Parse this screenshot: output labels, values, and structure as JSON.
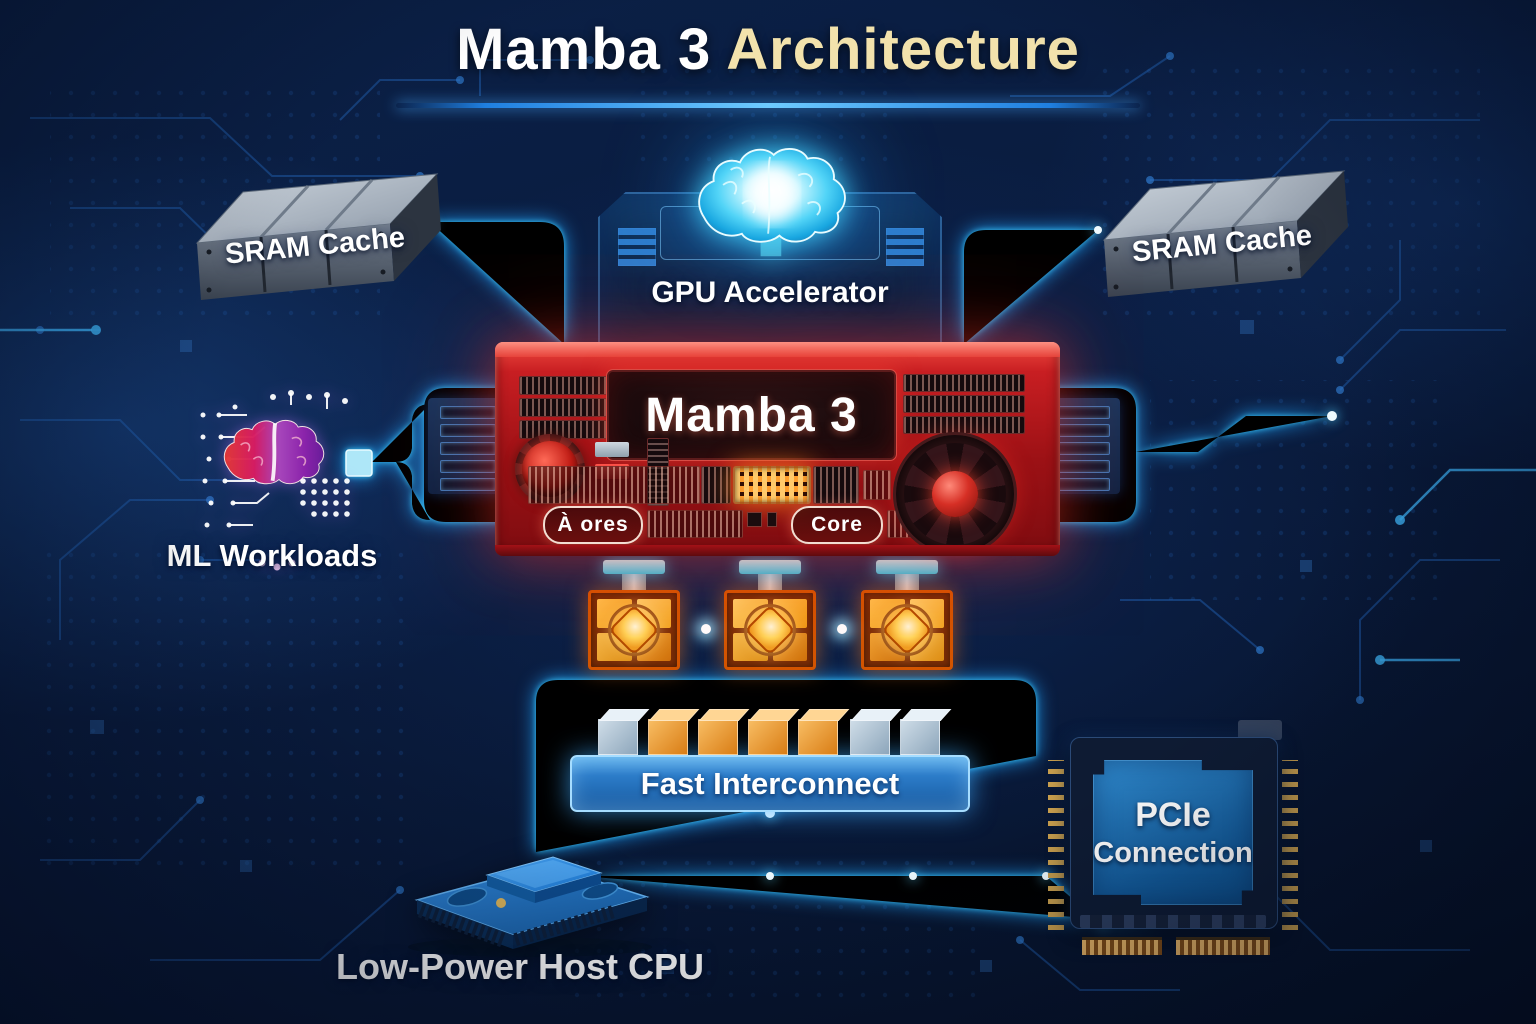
{
  "title": {
    "part1": "Mamba 3",
    "part2": "Architecture"
  },
  "nodes": {
    "sram_left": {
      "label": "SRAM Cache"
    },
    "sram_right": {
      "label": "SRAM Cache"
    },
    "gpu": {
      "label": "GPU Accelerator"
    },
    "chip": {
      "display": "Mamba 3",
      "tag_left": "À ores",
      "tag_right": "Core"
    },
    "ml": {
      "label": "ML Workloads"
    },
    "interconnect": {
      "label": "Fast Interconnect",
      "cubes": [
        "silver",
        "orange",
        "orange",
        "orange",
        "orange",
        "silver",
        "silver"
      ]
    },
    "pcie": {
      "line1": "PCIe",
      "line2": "Connection"
    },
    "cpu": {
      "label": "Low-Power Host CPU"
    }
  },
  "icons": {
    "gpu_brain": "glowing-brain-icon",
    "ml_brain": "circuit-brain-icon",
    "chip_fan": "cooling-fan-icon",
    "chip_knob": "dial-knob-icon",
    "chip_led": "led-matrix-icon"
  },
  "colors": {
    "background": "#0a1c3f",
    "accent_cyan": "#35c8f7",
    "chip_red": "#c4161c",
    "title_gold": "#f2e2ac",
    "orange_chip": "#f59d1e",
    "interconnect_blue": "#2e7cc9",
    "pcie_blue": "#1b6fad",
    "sram_silver": "#aebecb"
  }
}
